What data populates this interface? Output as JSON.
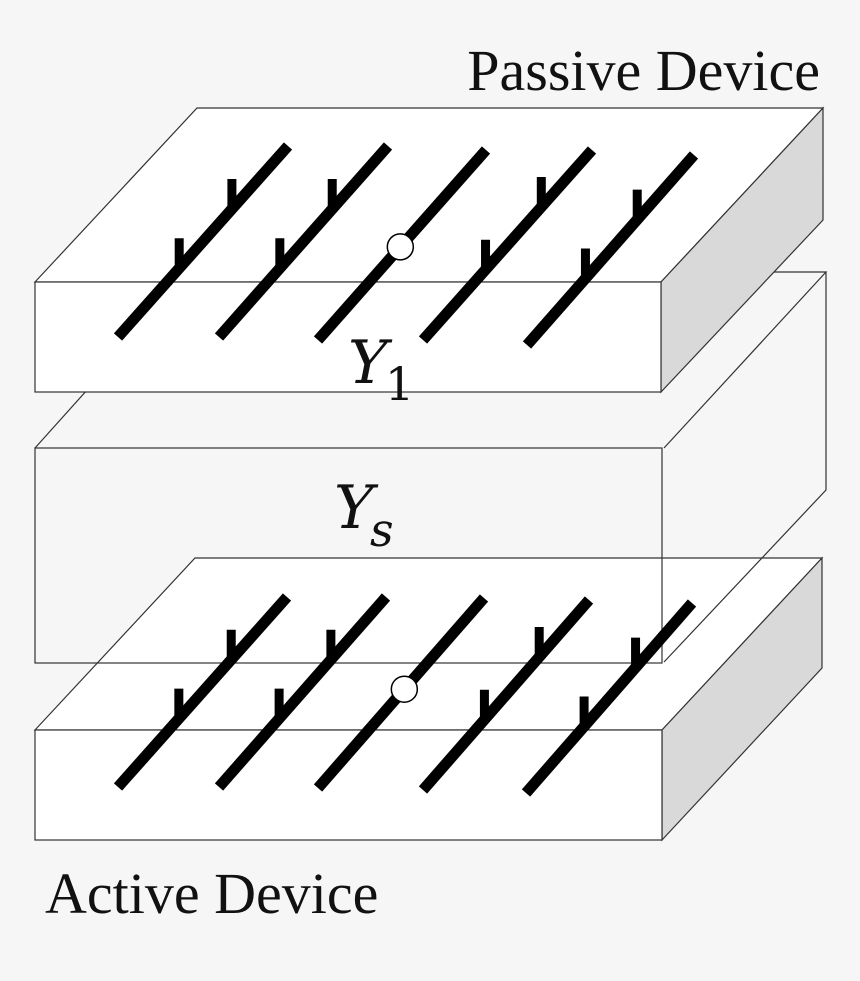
{
  "labels": {
    "passive_device": "Passive Device",
    "active_device": "Active Device",
    "y1_main": "Y",
    "y1_sub": "1",
    "ys_main": "Y",
    "ys_sub": "s"
  },
  "colors": {
    "background": "#f6f6f6",
    "block_face": "#ffffff",
    "block_side": "#d9d9d9",
    "outline": "#333333",
    "element": "#000000"
  }
}
